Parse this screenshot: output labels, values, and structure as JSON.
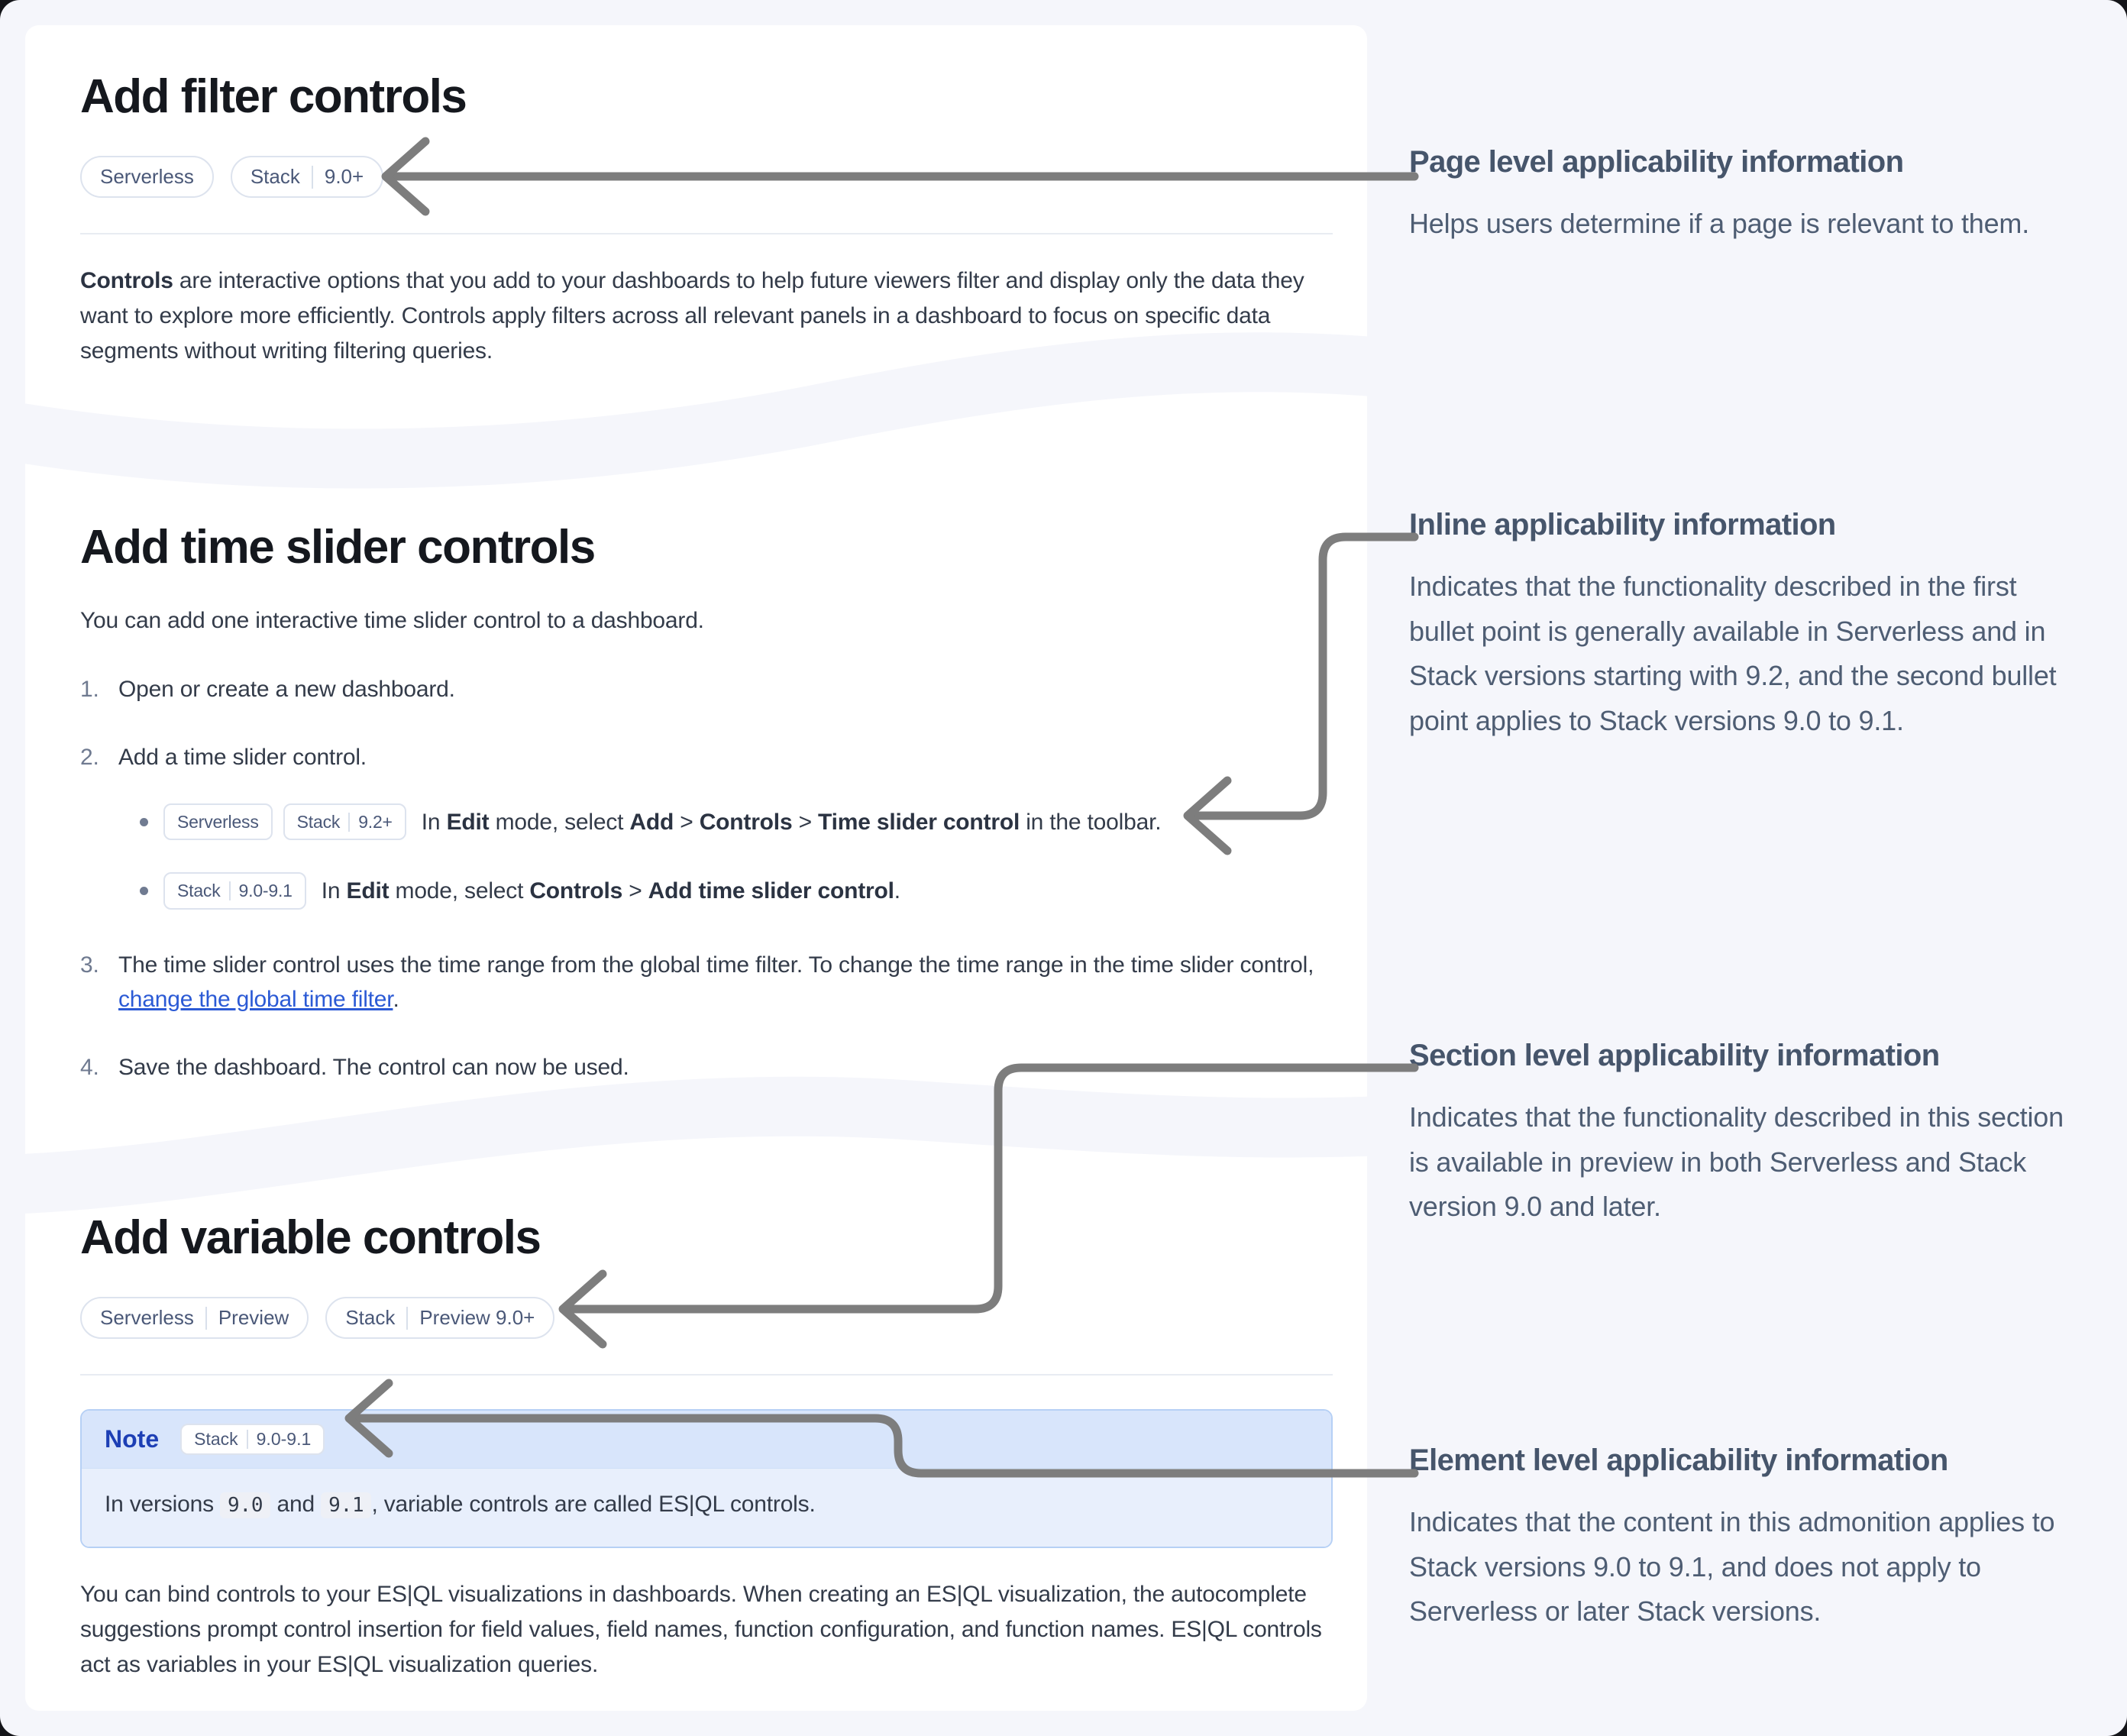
{
  "sections": {
    "filter": {
      "title": "Add filter controls",
      "badges": [
        {
          "parts": [
            "Serverless"
          ]
        },
        {
          "parts": [
            "Stack",
            "9.0+"
          ]
        }
      ],
      "paragraph": [
        {
          "t": "Controls",
          "b": true
        },
        {
          "t": " are interactive options that you add to your dashboards to help future viewers filter and display only the data they want to explore more efficiently. Controls apply filters across all relevant panels in a dashboard to focus on specific data segments without writing filtering queries."
        }
      ]
    },
    "time_slider": {
      "title": "Add time slider controls",
      "intro": "You can add one interactive time slider control to a dashboard.",
      "steps": [
        {
          "num": "1.",
          "segments": [
            {
              "t": "Open or create a new dashboard."
            }
          ]
        },
        {
          "num": "2.",
          "segments": [
            {
              "t": "Add a time slider control."
            }
          ],
          "bullets": [
            {
              "badges": [
                {
                  "parts": [
                    "Serverless"
                  ]
                },
                {
                  "parts": [
                    "Stack",
                    "9.2+"
                  ]
                }
              ],
              "segments": [
                {
                  "t": "In "
                },
                {
                  "t": "Edit",
                  "b": true
                },
                {
                  "t": " mode, select "
                },
                {
                  "t": "Add",
                  "b": true
                },
                {
                  "t": " > "
                },
                {
                  "t": "Controls",
                  "b": true
                },
                {
                  "t": " > "
                },
                {
                  "t": "Time slider control",
                  "b": true
                },
                {
                  "t": " in the toolbar."
                }
              ]
            },
            {
              "badges": [
                {
                  "parts": [
                    "Stack",
                    "9.0-9.1"
                  ]
                }
              ],
              "segments": [
                {
                  "t": "In "
                },
                {
                  "t": "Edit",
                  "b": true
                },
                {
                  "t": " mode, select "
                },
                {
                  "t": "Controls",
                  "b": true
                },
                {
                  "t": " > "
                },
                {
                  "t": "Add time slider control",
                  "b": true
                },
                {
                  "t": "."
                }
              ]
            }
          ]
        },
        {
          "num": "3.",
          "segments": [
            {
              "t": "The time slider control uses the time range from the global time filter. To change the time range in the time slider control, "
            },
            {
              "t": "change the global time filter",
              "link": true
            },
            {
              "t": "."
            }
          ]
        },
        {
          "num": "4.",
          "segments": [
            {
              "t": "Save the dashboard. The control can now be used."
            }
          ]
        }
      ]
    },
    "variable": {
      "title": "Add variable controls",
      "badges": [
        {
          "parts": [
            "Serverless",
            "Preview"
          ]
        },
        {
          "parts": [
            "Stack",
            "Preview 9.0+"
          ]
        }
      ],
      "note": {
        "label": "Note",
        "badge": [
          {
            "parts": [
              "Stack",
              "9.0-9.1"
            ]
          }
        ],
        "segments": [
          {
            "t": "In versions "
          },
          {
            "t": "9.0",
            "code": true
          },
          {
            "t": " and "
          },
          {
            "t": "9.1",
            "code": true
          },
          {
            "t": ", variable controls are called ES|QL controls."
          }
        ]
      },
      "paragraph": [
        {
          "t": "You can bind controls to your ES|QL visualizations in dashboards. When creating an ES|QL visualization, the autocomplete suggestions prompt control insertion for field values, field names, function configuration, and function names. ES|QL controls act as variables in your ES|QL visualization queries."
        }
      ]
    }
  },
  "annotations": [
    {
      "title": "Page level applicability information",
      "body": "Helps users determine if a page is relevant to them."
    },
    {
      "title": "Inline applicability information",
      "body": "Indicates that the functionality described in the first bullet point is generally available in Serverless and in Stack versions starting with 9.2, and the second bullet point applies to Stack versions 9.0 to 9.1."
    },
    {
      "title": "Section level applicability information",
      "body": "Indicates that the functionality described in this section is available in preview in both Serverless and Stack version 9.0 and later."
    },
    {
      "title": "Element level applicability information",
      "body": "Indicates that the content in this admonition applies to Stack versions 9.0 to 9.1, and does not apply to Serverless or later Stack versions."
    }
  ],
  "colors": {
    "page_bg": "#f5f6fb",
    "card_bg": "#ffffff",
    "arrow": "#7d7d7d",
    "note_border": "#b6d0f5",
    "note_header_bg": "#d8e5fb",
    "note_body_bg": "#e8effc",
    "note_title": "#1d3fb5",
    "badge_text": "#4a5878",
    "link": "#2b5ad5",
    "annotation_text": "#4e5d73"
  }
}
